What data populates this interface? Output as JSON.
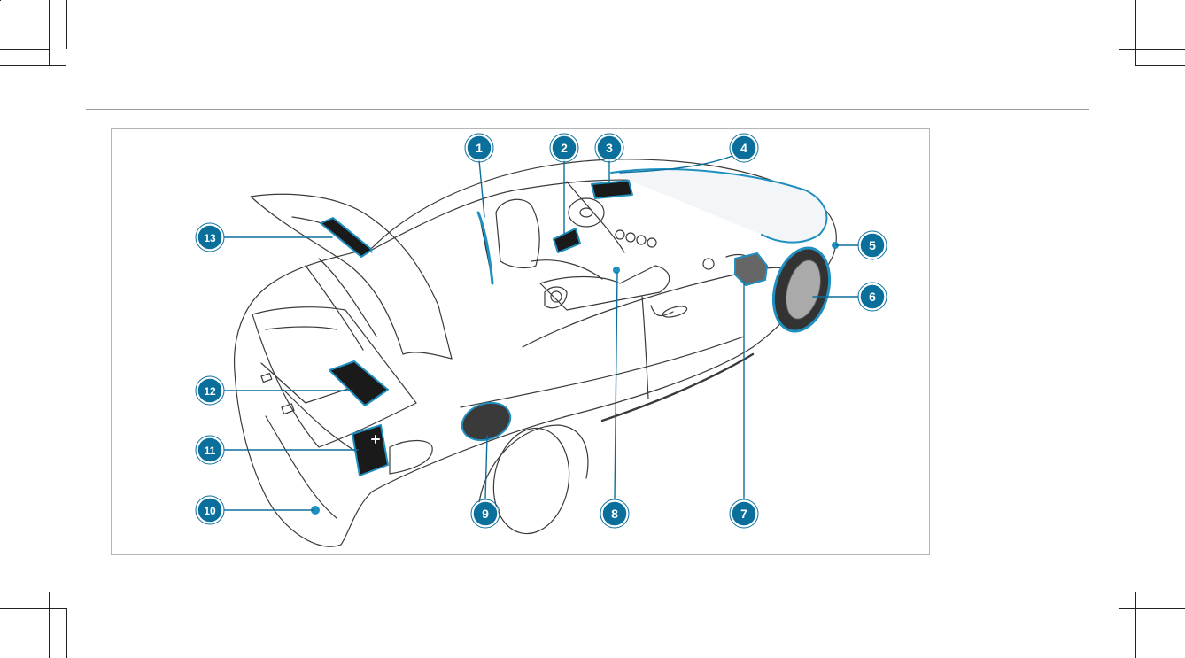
{
  "diagram": {
    "callouts": [
      "1",
      "2",
      "3",
      "4",
      "5",
      "6",
      "7",
      "8",
      "9",
      "10",
      "11",
      "12",
      "13"
    ]
  },
  "colors": {
    "accent": "#0b6f9c",
    "accent_ring": "#ffffff",
    "highlight": "#1f8fc0",
    "outline": "#3a3a3a",
    "frame": "#b5b5b5"
  }
}
